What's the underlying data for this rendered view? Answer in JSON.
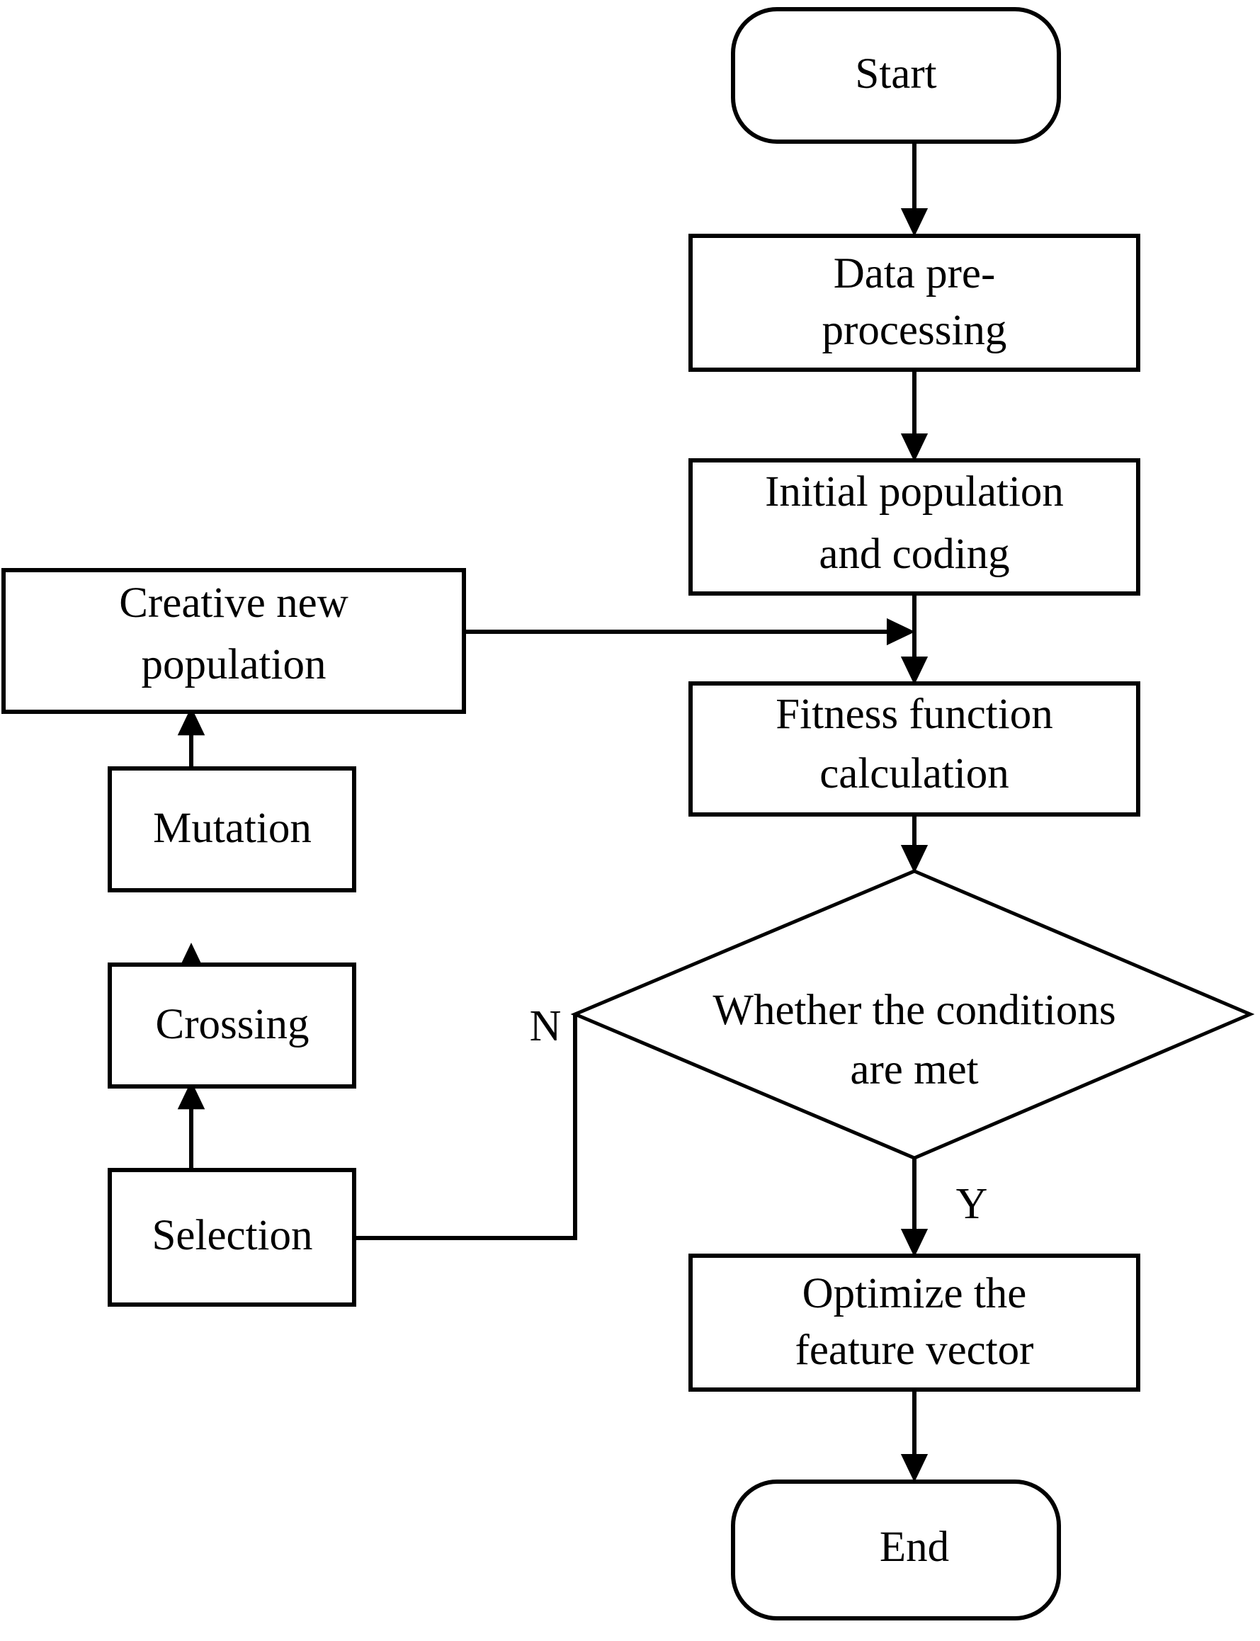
{
  "diagram": {
    "type": "flowchart",
    "title": "Genetic algorithm feature optimization flowchart",
    "background_color": "#ffffff",
    "stroke_color": "#000000",
    "nodes": [
      {
        "id": "start",
        "shape": "rounded-rectangle",
        "label": "Start",
        "lines": [
          "Start"
        ]
      },
      {
        "id": "data-pre-processing",
        "shape": "rectangle",
        "label": "Data pre-processing",
        "lines": [
          "Data pre-",
          "processing"
        ]
      },
      {
        "id": "initial-population-and-coding",
        "shape": "rectangle",
        "label": "Initial population and coding",
        "lines": [
          "Initial population",
          "and coding"
        ]
      },
      {
        "id": "fitness-function-calculation",
        "shape": "rectangle",
        "label": "Fitness function calculation",
        "lines": [
          "Fitness function",
          "calculation"
        ]
      },
      {
        "id": "whether-the-conditions-are-met",
        "shape": "diamond",
        "label": "Whether the conditions are met",
        "lines": [
          "Whether the conditions",
          "are met"
        ]
      },
      {
        "id": "optimize-the-feature-vector",
        "shape": "rectangle",
        "label": "Optimize the feature vector",
        "lines": [
          "Optimize the",
          "feature vector"
        ]
      },
      {
        "id": "end",
        "shape": "rounded-rectangle",
        "label": "End",
        "lines": [
          "End"
        ]
      },
      {
        "id": "creative-new-population",
        "shape": "rectangle",
        "label": "Creative new population",
        "lines": [
          "Creative new",
          "population"
        ]
      },
      {
        "id": "mutation",
        "shape": "rectangle",
        "label": "Mutation",
        "lines": [
          "Mutation"
        ]
      },
      {
        "id": "crossing",
        "shape": "rectangle",
        "label": "Crossing",
        "lines": [
          "Crossing"
        ]
      },
      {
        "id": "selection",
        "shape": "rectangle",
        "label": "Selection",
        "lines": [
          "Selection"
        ]
      }
    ],
    "edges": [
      {
        "id": "e1",
        "from": "start",
        "to": "data-pre-processing",
        "label": ""
      },
      {
        "id": "e2",
        "from": "data-pre-processing",
        "to": "initial-population-and-coding",
        "label": ""
      },
      {
        "id": "e3",
        "from": "initial-population-and-coding",
        "to": "fitness-function-calculation",
        "label": ""
      },
      {
        "id": "e4",
        "from": "fitness-function-calculation",
        "to": "whether-the-conditions-are-met",
        "label": ""
      },
      {
        "id": "e5",
        "from": "whether-the-conditions-are-met",
        "to": "optimize-the-feature-vector",
        "label": "Y"
      },
      {
        "id": "e6",
        "from": "optimize-the-feature-vector",
        "to": "end",
        "label": ""
      },
      {
        "id": "e7",
        "from": "whether-the-conditions-are-met",
        "to": "selection",
        "label": "N"
      },
      {
        "id": "e8",
        "from": "selection",
        "to": "crossing",
        "label": ""
      },
      {
        "id": "e9",
        "from": "crossing",
        "to": "mutation",
        "label": ""
      },
      {
        "id": "e10",
        "from": "mutation",
        "to": "creative-new-population",
        "label": ""
      },
      {
        "id": "e11",
        "from": "creative-new-population",
        "to": "fitness-function-calculation",
        "label": ""
      }
    ],
    "edge_labels": {
      "no_branch": "N",
      "yes_branch": "Y"
    }
  }
}
